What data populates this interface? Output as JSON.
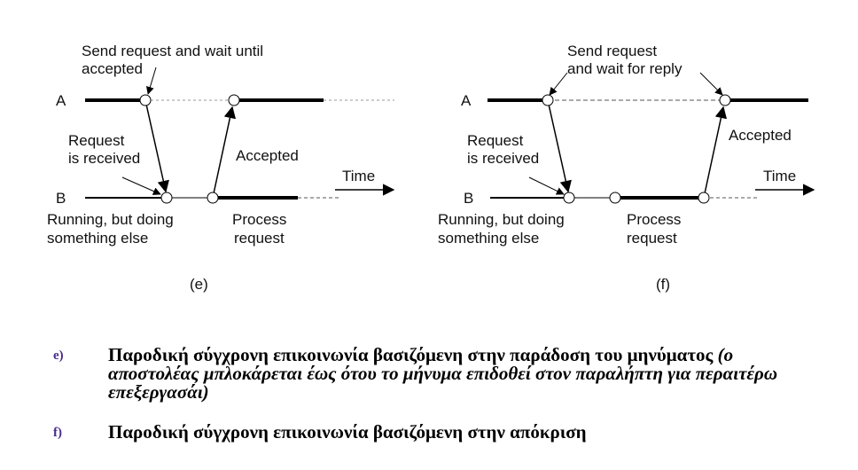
{
  "diagram_e": {
    "lane_a": "A",
    "lane_b": "B",
    "note_send": [
      "Send request and wait until",
      "accepted"
    ],
    "note_received": [
      "Request",
      "is received"
    ],
    "note_accepted": "Accepted",
    "note_time": "Time",
    "note_running": [
      "Running, but doing",
      "something else"
    ],
    "note_process": [
      "Process",
      "request"
    ],
    "caption": "(e)"
  },
  "diagram_f": {
    "lane_a": "A",
    "lane_b": "B",
    "note_send": [
      "Send request",
      "and wait for reply"
    ],
    "note_received": [
      "Request",
      "is received"
    ],
    "note_accepted": "Accepted",
    "note_time": "Time",
    "note_running": [
      "Running, but doing",
      "something else"
    ],
    "note_process": [
      "Process",
      "request"
    ],
    "caption": "(f)"
  },
  "legend": {
    "e_marker": "e)",
    "e_text_main": "Παροδική σύγχρονη επικοινωνία βασιζόμενη στην παράδοση του μηνύματος ",
    "e_text_italic": "(ο αποστολέας μπλοκάρεται έως ότου το μήνυμα επιδοθεί στον παραλήπτη για περαιτέρω επεξεργασάι)",
    "f_marker": "f)",
    "f_text": "Παροδική σύγχρονη επικοινωνία βασιζόμενη στην απόκριση"
  }
}
